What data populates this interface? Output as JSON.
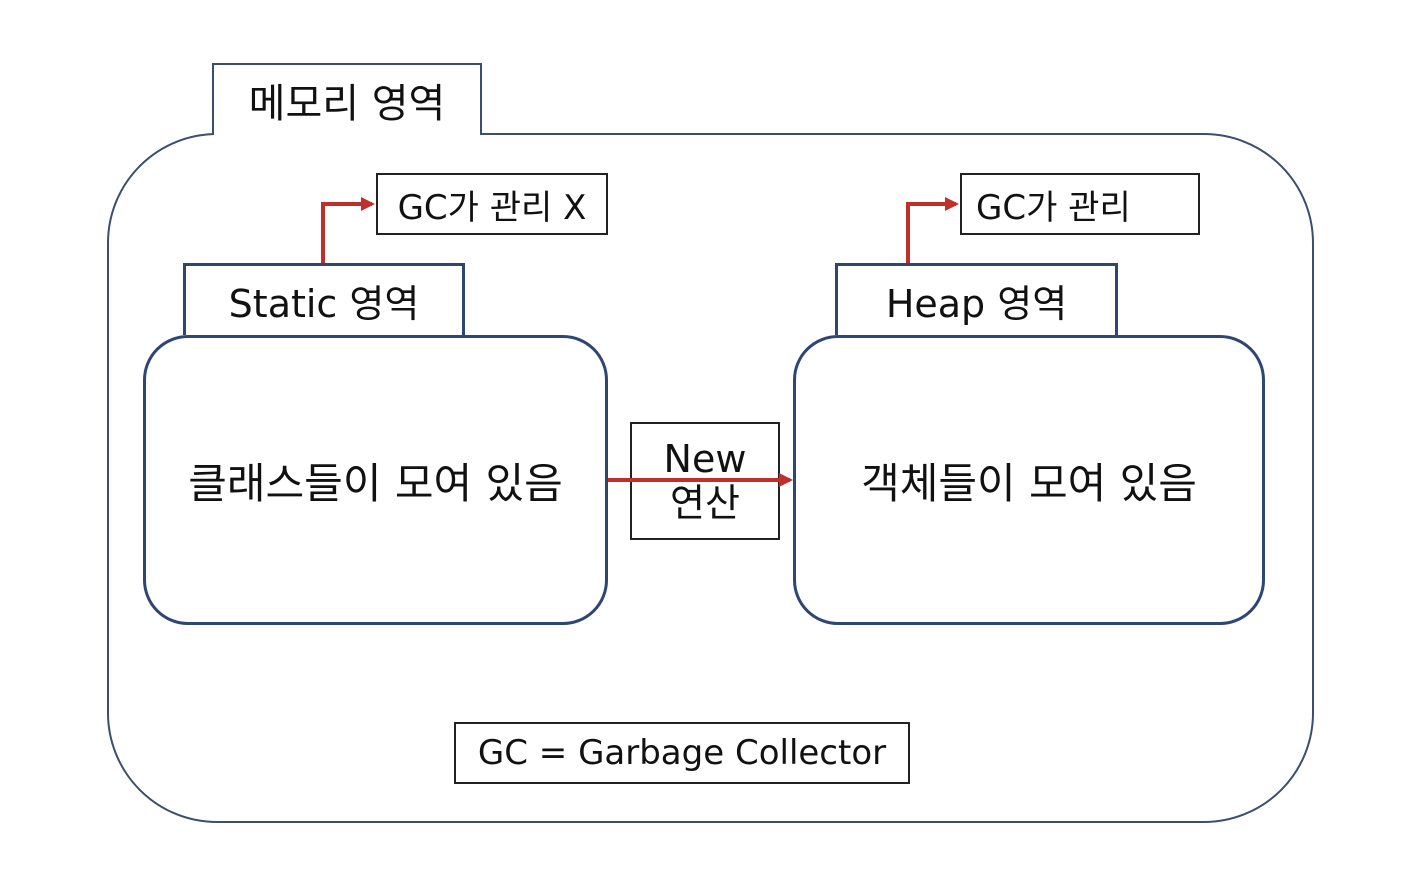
{
  "memory_area": {
    "title": "메모리 영역"
  },
  "static_area": {
    "title": "Static 영역",
    "content": "클래스들이 모여 있음",
    "gc_note": "GC가 관리 X"
  },
  "heap_area": {
    "title": "Heap 영역",
    "content": "객체들이 모여 있음",
    "gc_note": "GC가 관리"
  },
  "operation": {
    "line1": "New",
    "line2": "연산"
  },
  "legend": {
    "text": "GC = Garbage Collector"
  },
  "colors": {
    "border": "#2e4672",
    "arrow": "#c0302a"
  }
}
